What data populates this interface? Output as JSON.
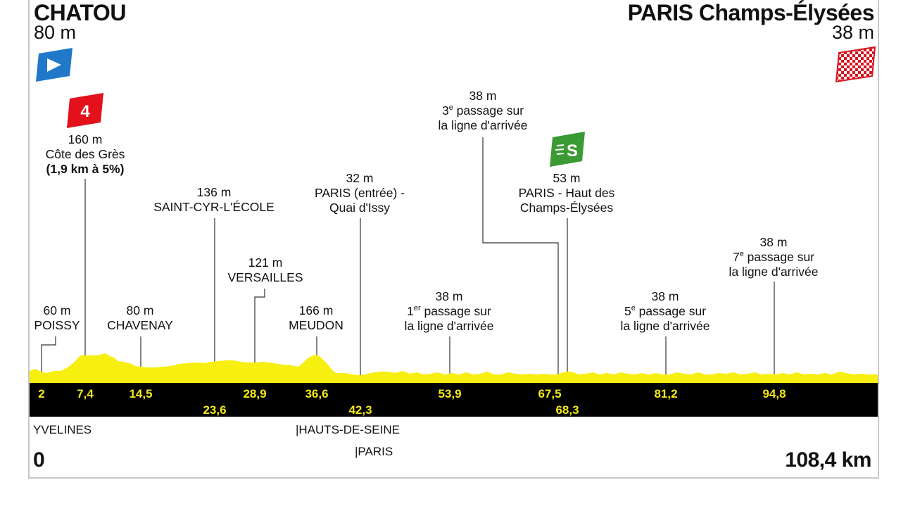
{
  "start": {
    "name": "CHATOU",
    "altitude": "80 m"
  },
  "finish": {
    "name": "PARIS Champs-Élysées",
    "altitude": "38 m"
  },
  "climb_badge": "4",
  "sprint_badge": "S",
  "annotations": [
    {
      "id": "poissy",
      "lines": [
        "60 m",
        "POISSY"
      ]
    },
    {
      "id": "cote-des-gres",
      "lines": [
        "160 m",
        "Côte des Grès",
        "(1,9 km à 5%)"
      ]
    },
    {
      "id": "chavenay",
      "lines": [
        "80 m",
        "CHAVENAY"
      ]
    },
    {
      "id": "saint-cyr",
      "lines": [
        "136 m",
        "SAINT-CYR-L'ÉCOLE"
      ]
    },
    {
      "id": "versailles",
      "lines": [
        "121 m",
        "VERSAILLES"
      ]
    },
    {
      "id": "meudon",
      "lines": [
        "166 m",
        "MEUDON"
      ]
    },
    {
      "id": "paris-entree",
      "lines": [
        "32 m",
        "PARIS (entrée) -",
        "Quai d'Issy"
      ]
    },
    {
      "id": "passage-1",
      "lines": [
        "38 m",
        "1",
        "er",
        " passage sur",
        "la ligne d'arrivée"
      ]
    },
    {
      "id": "passage-3",
      "lines": [
        "38 m",
        "3",
        "e",
        " passage sur",
        "la ligne d'arrivée"
      ]
    },
    {
      "id": "haut-champs",
      "lines": [
        "53 m",
        "PARIS - Haut des",
        "Champs-Élysées"
      ]
    },
    {
      "id": "passage-5",
      "lines": [
        "38 m",
        "5",
        "e",
        " passage sur",
        "la ligne d'arrivée"
      ]
    },
    {
      "id": "passage-7",
      "lines": [
        "38 m",
        "7",
        "e",
        " passage sur",
        "la ligne d'arrivée"
      ]
    }
  ],
  "km_markers": [
    "2",
    "7,4",
    "14,5",
    "23,6",
    "28,9",
    "36,6",
    "42,3",
    "53,9",
    "67,5",
    "68,3",
    "81,2",
    "94,8"
  ],
  "regions": [
    "YVELINES",
    "|HAUTS-DE-SEINE",
    "|PARIS"
  ],
  "distance_start": "0",
  "distance_end": "108,4 km",
  "colors": {
    "profile_fill": "#f6ef0f",
    "band": "#000000",
    "km_text": "#f5ea14",
    "start_flag": "#1f78c8",
    "climb_badge": "#e3111b",
    "sprint_badge": "#3a9a34",
    "finish_flag": "#d8141f",
    "frame": "#c8c8c8"
  }
}
